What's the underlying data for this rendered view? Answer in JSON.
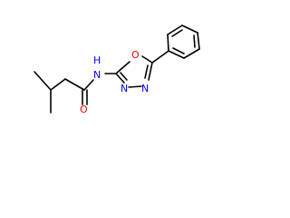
{
  "molecule": {
    "bond_color": "#000000",
    "atoms": {
      "amide_oxygen": {
        "label": "O",
        "color": "#ff0000"
      },
      "amide_nitrogen": {
        "label": "H",
        "sub": "N",
        "color": "#0000ff"
      },
      "ring_oxygen": {
        "label": "O",
        "color": "#ff0000"
      },
      "ring_nitrogen_1": {
        "label": "N",
        "color": "#0000ff"
      },
      "ring_nitrogen_2": {
        "label": "N",
        "color": "#0000ff"
      }
    }
  }
}
